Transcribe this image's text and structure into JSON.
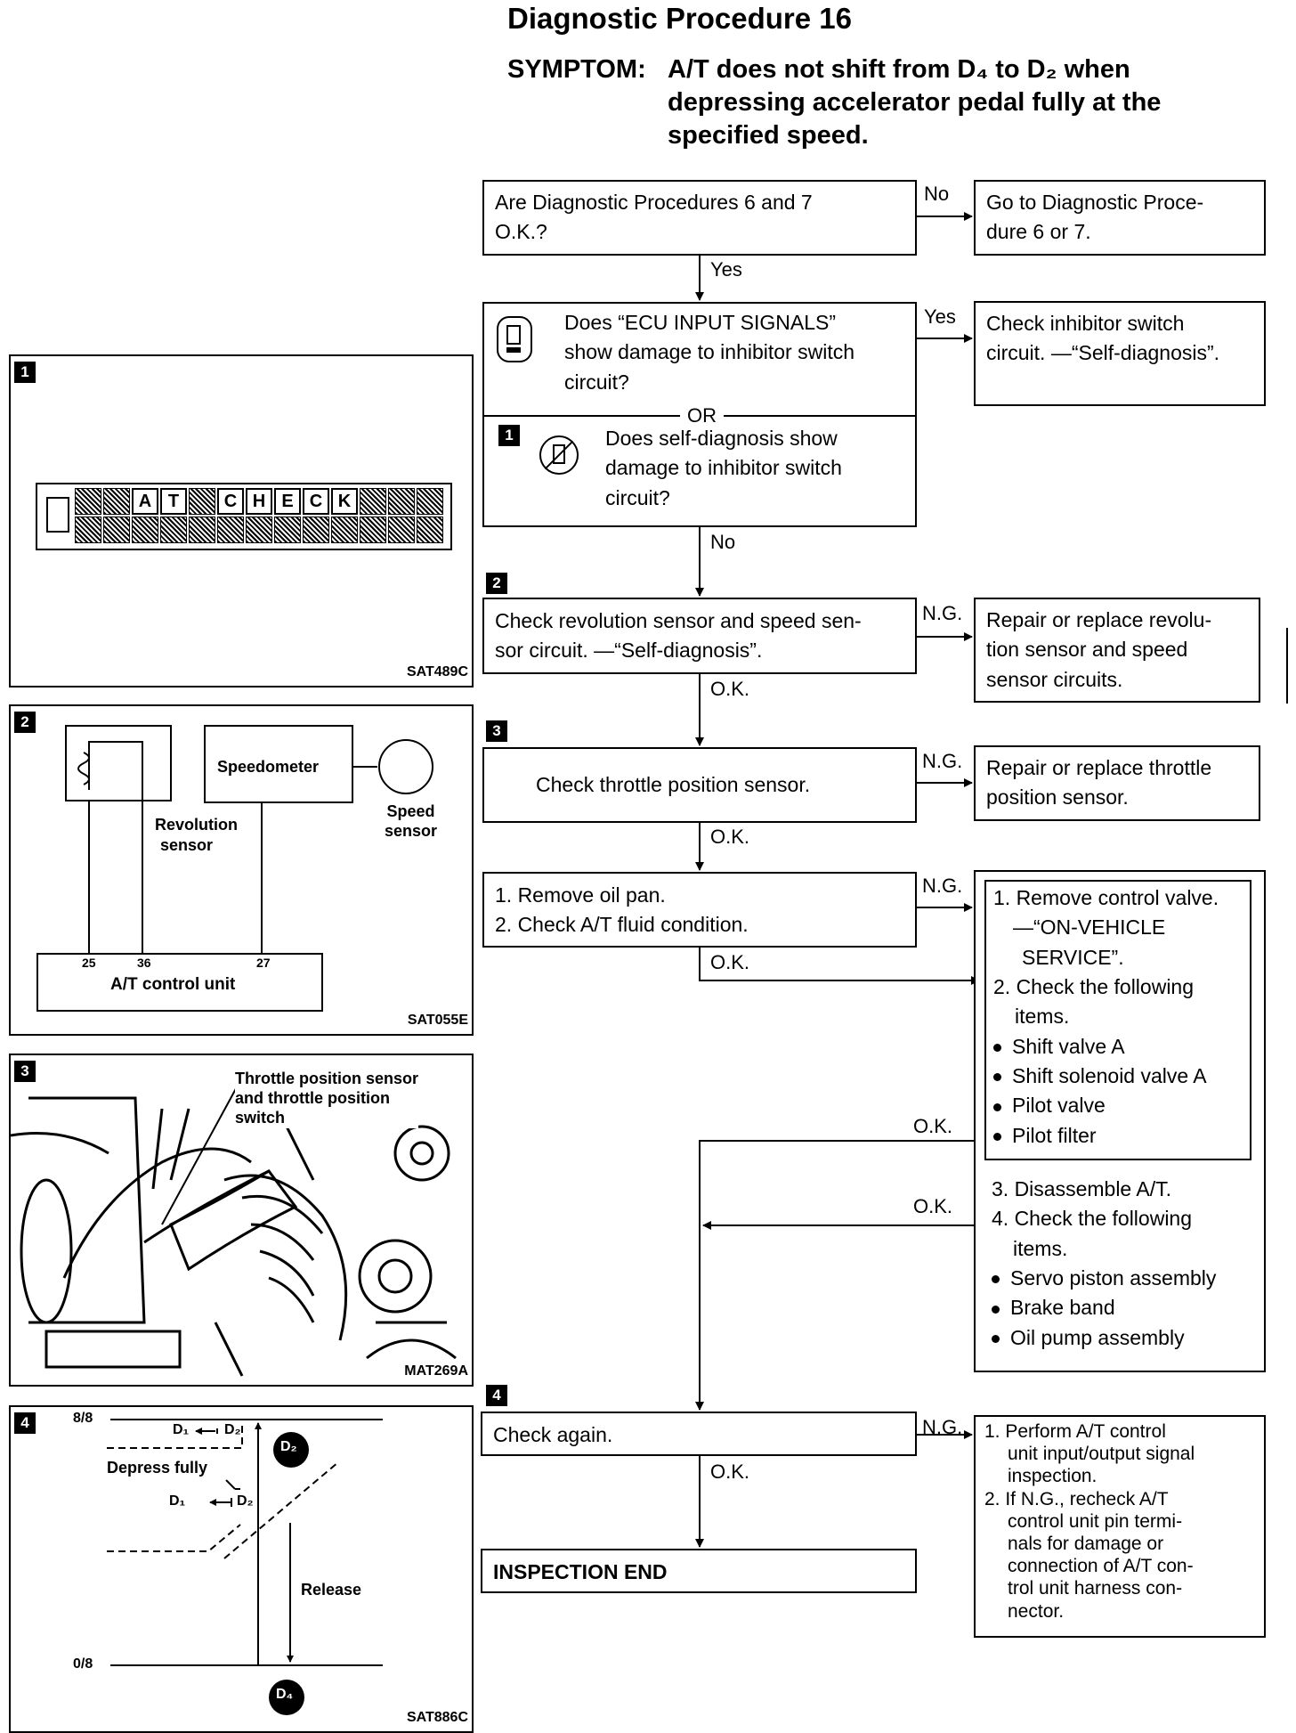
{
  "header": {
    "title": "Diagnostic Procedure 16",
    "symptom_label": "SYMPTOM:",
    "symptom_lines": [
      "A/T does not shift from D₄ to D₂ when",
      "depressing accelerator pedal fully at the",
      "specified speed."
    ]
  },
  "flow": {
    "q1": [
      "Are Diagnostic Procedures 6 and 7",
      "O.K.?"
    ],
    "q1_no": "No",
    "q1_no_action": [
      "Go to Diagnostic Proce-",
      "dure 6 or 7."
    ],
    "q1_yes": "Yes",
    "q2a": [
      "Does “ECU INPUT SIGNALS”",
      "show damage to inhibitor switch",
      "circuit?"
    ],
    "or": "OR",
    "q2b": [
      "Does self-diagnosis show",
      "damage to inhibitor switch",
      "circuit?"
    ],
    "q2_yes": "Yes",
    "q2_yes_action": [
      "Check inhibitor switch",
      "circuit. —“Self-diagnosis”."
    ],
    "q2_no": "No",
    "s2": [
      "Check revolution sensor and speed sen-",
      "sor circuit. —“Self-diagnosis”."
    ],
    "s2_ng": "N.G.",
    "s2_ng_action": [
      "Repair or replace revolu-",
      "tion sensor and speed",
      "sensor circuits."
    ],
    "s2_ok": "O.K.",
    "s3": "Check throttle position sensor.",
    "s3_ng": "N.G.",
    "s3_ng_action": [
      "Repair or replace throttle",
      "position sensor."
    ],
    "s3_ok": "O.K.",
    "s4": [
      "1. Remove oil pan.",
      "2. Check A/T fluid condition."
    ],
    "s4_ng": "N.G.",
    "s4_ok": "O.K.",
    "s4_ng_action_inner": [
      "1. Remove control valve.",
      "—“ON-VEHICLE",
      "SERVICE”.",
      "2. Check the following",
      "items."
    ],
    "s4_ng_bullets_1": [
      "Shift valve A",
      "Shift solenoid valve A",
      "Pilot valve",
      "Pilot filter"
    ],
    "inner_ok": "O.K.",
    "s4_ng_action_outer": [
      "3. Disassemble A/T.",
      "4. Check the following",
      "items."
    ],
    "s4_ng_bullets_2": [
      "Servo piston assembly",
      "Brake band",
      "Oil pump assembly"
    ],
    "outer_ok": "O.K.",
    "s5": "Check again.",
    "s5_ng": "N.G.",
    "s5_ok": "O.K.",
    "s5_ng_action": [
      "1. Perform A/T control",
      "unit input/output signal",
      "inspection.",
      "2. If N.G., recheck A/T",
      "control unit pin termi-",
      "nals for damage or",
      "connection of A/T con-",
      "trol unit harness con-",
      "nector."
    ],
    "end": "INSPECTION END",
    "step_tags": [
      "1",
      "2",
      "3",
      "4"
    ]
  },
  "panels": {
    "p1": {
      "tag": "1",
      "display_chars": [
        "A",
        "T",
        "C",
        "H",
        "E",
        "C",
        "K"
      ],
      "code": "SAT489C"
    },
    "p2": {
      "tag": "2",
      "speedometer": "Speedometer",
      "speed_sensor": [
        "Speed",
        "sensor"
      ],
      "revolution_sensor": [
        "Revolution",
        "sensor"
      ],
      "pins": [
        "25",
        "36",
        "27"
      ],
      "unit": "A/T control unit",
      "code": "SAT055E"
    },
    "p3": {
      "tag": "3",
      "label": [
        "Throttle position sensor",
        "and throttle position",
        "switch"
      ],
      "code": "MAT269A"
    },
    "p4": {
      "tag": "4",
      "y_top": "8/8",
      "y_bottom": "0/8",
      "depress": "Depress fully",
      "release": "Release",
      "d1": "D₁",
      "d2": "D₂",
      "d2_badge": "D₂",
      "d4_badge": "D₄",
      "code": "SAT886C"
    }
  }
}
